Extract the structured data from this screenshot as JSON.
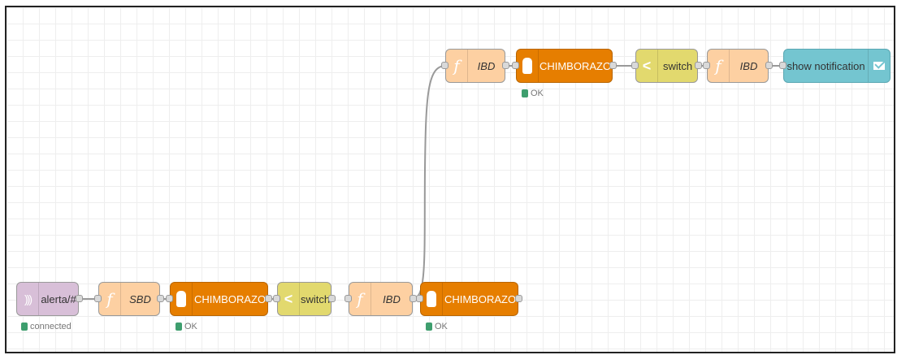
{
  "flow": {
    "nodes": {
      "mqtt_in": {
        "label": "alerta/#",
        "icon": "mqtt-icon"
      },
      "func_sbd": {
        "label": "SBD",
        "icon": "function-icon"
      },
      "db_bottom_1": {
        "label": "CHIMBORAZO",
        "icon": "database-icon"
      },
      "switch_bottom": {
        "label": "switch",
        "icon": "switch-icon"
      },
      "func_ibd_bottom": {
        "label": "IBD",
        "icon": "function-icon"
      },
      "db_bottom_2": {
        "label": "CHIMBORAZO",
        "icon": "database-icon"
      },
      "func_ibd_top_1": {
        "label": "IBD",
        "icon": "function-icon"
      },
      "db_top": {
        "label": "CHIMBORAZO",
        "icon": "database-icon"
      },
      "switch_top": {
        "label": "switch",
        "icon": "switch-icon"
      },
      "func_ibd_top_2": {
        "label": "IBD",
        "icon": "function-icon"
      },
      "notification": {
        "label": "show notification",
        "icon": "envelope-icon"
      }
    },
    "statuses": {
      "mqtt_in": "connected",
      "db_bottom_1": "OK",
      "db_bottom_2": "OK",
      "db_top": "OK"
    },
    "colors": {
      "mqtt": "#d8bfd8",
      "function": "#fdd0a2",
      "database": "#e67e00",
      "switch": "#e2d96e",
      "notification": "#74c5d0",
      "status_ok": "#3e9e6e"
    }
  }
}
